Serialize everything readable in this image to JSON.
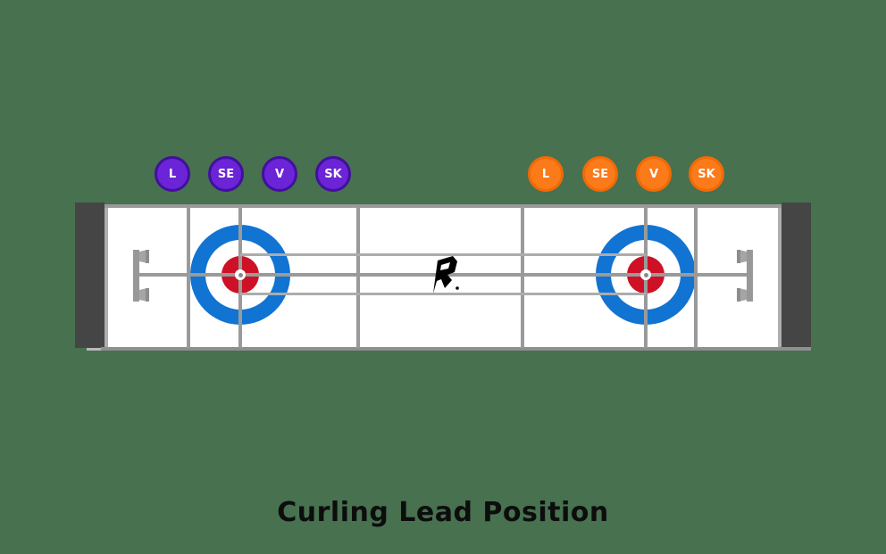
{
  "page": {
    "background_color": "#47714F",
    "title": "Curling Lead Position"
  },
  "legend": {
    "purple_team": {
      "fill_color": "#6B24D6",
      "border_color": "#41109E",
      "positions": [
        {
          "label": "L"
        },
        {
          "label": "SE"
        },
        {
          "label": "V"
        },
        {
          "label": "SK"
        }
      ]
    },
    "orange_team": {
      "fill_color": "#FB7A1A",
      "border_color": "#F26A05",
      "positions": [
        {
          "label": "L"
        },
        {
          "label": "SE"
        },
        {
          "label": "V"
        },
        {
          "label": "SK"
        }
      ]
    }
  },
  "sheet": {
    "ice_color": "#FFFFFF",
    "line_color": "#9A9A9A",
    "backboard_color": "#454545",
    "house_colors": {
      "outer_ring": "#1173D2",
      "middle_ring": "#FFFFFF",
      "inner_circle": "#CE1126",
      "button_dot": "#8A8A8A"
    },
    "logo_glyph": "R"
  }
}
